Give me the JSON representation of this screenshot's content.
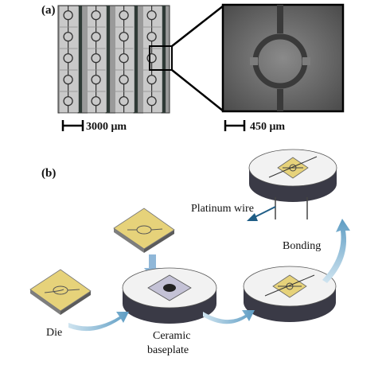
{
  "panel_a": {
    "label": "(a)",
    "scale_left": "3000 μm",
    "scale_right": "450 μm"
  },
  "panel_b": {
    "label": "(b)",
    "die_label": "Die",
    "ceramic_label_line1": "Ceramic",
    "ceramic_label_line2": "baseplate",
    "bonding_label": "Bonding",
    "platinum_label": "Platinum wire"
  },
  "colors": {
    "die_fill": "#e6d27a",
    "die_side": "#8a8a8a",
    "disc_top": "#f2f2f2",
    "disc_side": "#3a3a46",
    "arrow": "#6aa6c8",
    "photo_bg": "#8c8c8c"
  }
}
